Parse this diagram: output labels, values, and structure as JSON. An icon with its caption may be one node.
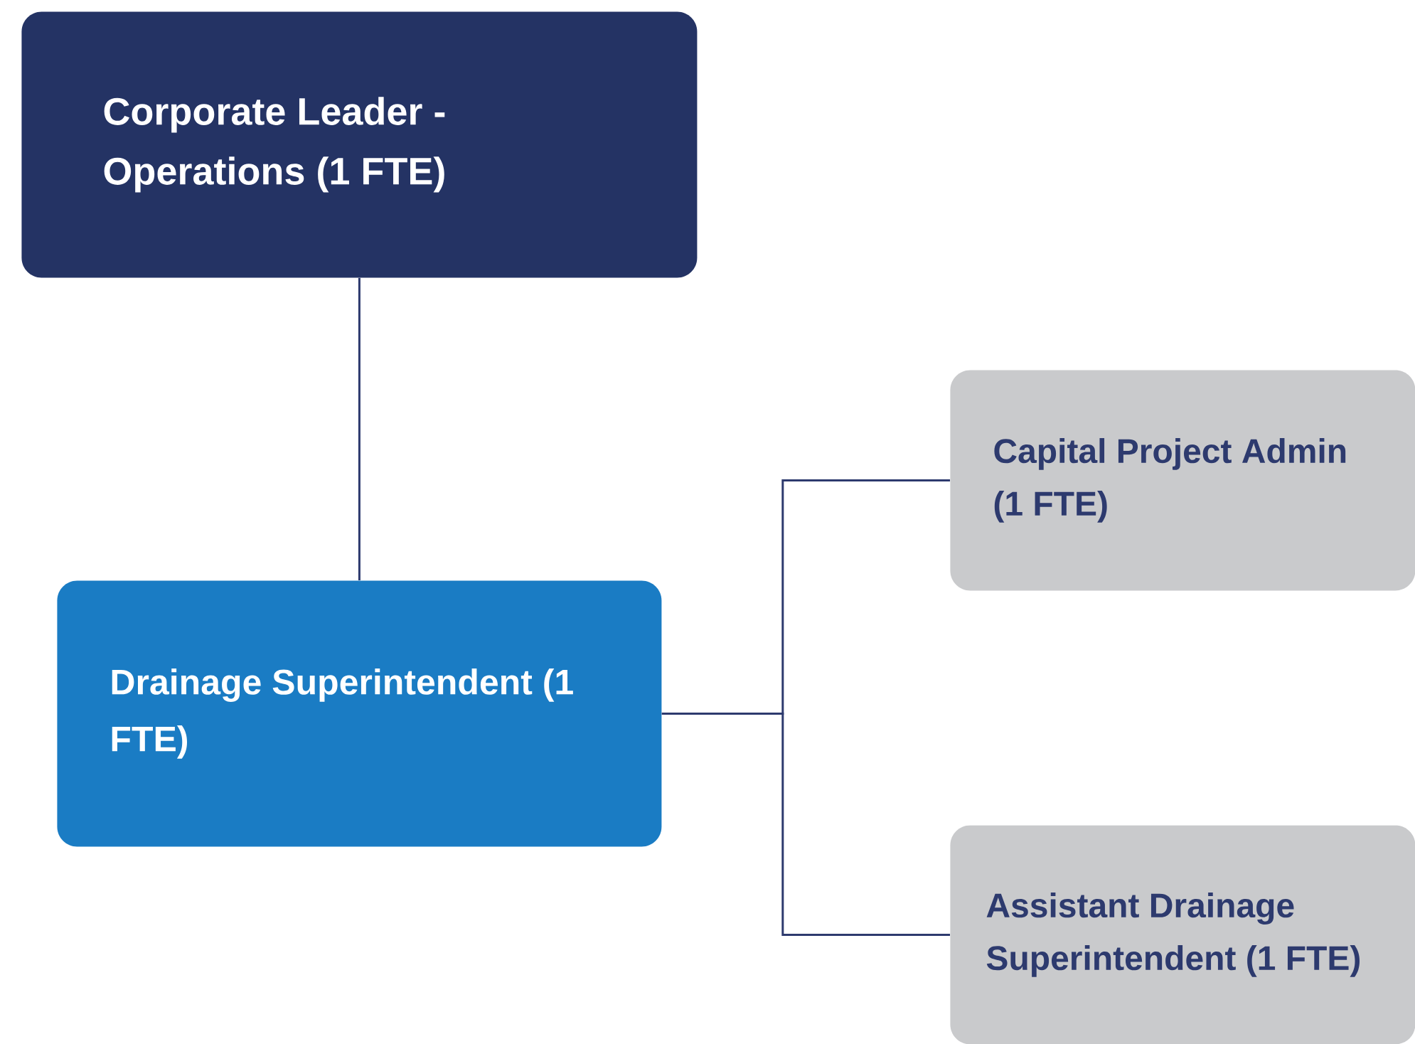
{
  "diagram": {
    "nodes": [
      {
        "text": [
          "Corporate Leader - Operations (1 FTE)"
        ]
      },
      {
        "text": [
          "Drainage Superintendent (1 FTE)"
        ]
      },
      {
        "text": [
          "Capital Project Admin (1 FTE)"
        ]
      },
      {
        "text": [
          "Assistant Drainage Superintendent (1 FTE)"
        ]
      }
    ],
    "edges": [
      {
        "from": 0,
        "to": 1,
        "arrow": "none"
      },
      {
        "from": 1,
        "to": 2,
        "arrow": "none"
      },
      {
        "from": 1,
        "to": 3,
        "arrow": "none"
      }
    ]
  }
}
